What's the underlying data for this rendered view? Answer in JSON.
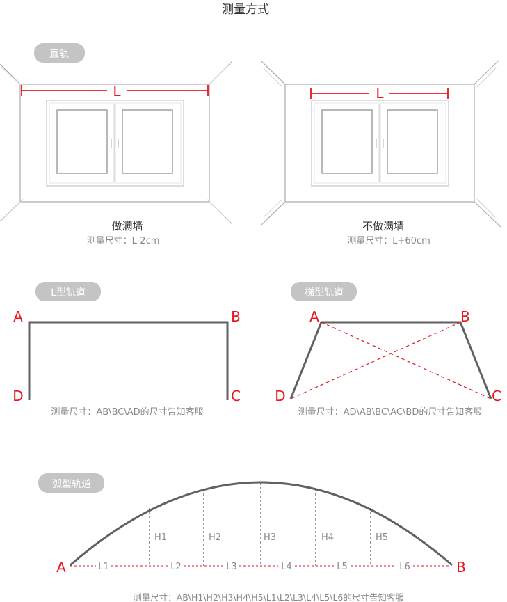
{
  "title": "测量方式",
  "colors": {
    "red": "#e8141c",
    "line": "#616161",
    "wall": "#a8a8a8",
    "pill": "#c4c4c4",
    "caption": "#8a8a8a",
    "dim": "#888888"
  },
  "sections": {
    "straight": {
      "label": "直轨",
      "left": {
        "dim": "L",
        "title": "做满墙",
        "note": "测量尺寸：L-2cm"
      },
      "right": {
        "dim": "L",
        "title": "不做满墙",
        "note": "测量尺寸：L+60cm"
      }
    },
    "l_shape": {
      "label": "L型轨道",
      "points": {
        "a": "A",
        "b": "B",
        "c": "C",
        "d": "D"
      },
      "note": "测量尺寸：AB\\BC\\AD的尺寸告知客服"
    },
    "trapezoid": {
      "label": "梯型轨道",
      "points": {
        "a": "A",
        "b": "B",
        "c": "C",
        "d": "D"
      },
      "note": "测量尺寸：AD\\AB\\BC\\AC\\BD的尺寸告知客服"
    },
    "arc": {
      "label": "弧型轨道",
      "points": {
        "a": "A",
        "b": "B"
      },
      "heights": [
        "H1",
        "H2",
        "H3",
        "H4",
        "H5"
      ],
      "lengths": [
        "L1",
        "L2",
        "L3",
        "L4",
        "L5",
        "L6"
      ],
      "note": "测量尺寸：AB\\H1\\H2\\H3\\H4\\H5\\L1\\L2\\L3\\L4\\L5\\L6的尺寸告知客服"
    }
  }
}
